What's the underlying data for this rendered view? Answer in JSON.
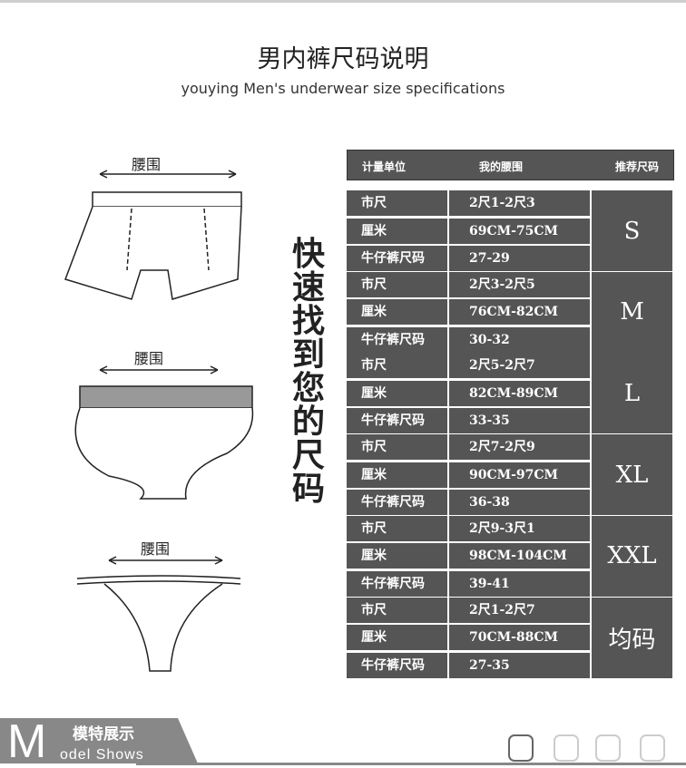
{
  "title": "男内裤尺码说明",
  "subtitle": "youying Men's underwear size specifications",
  "vertical_text": "快速找到您的尺码",
  "waist_label": "腰围",
  "table": {
    "headers": [
      "计量单位",
      "我的腰围",
      "推荐尺码"
    ],
    "groups": [
      {
        "size": "S",
        "rows": [
          [
            "市尺",
            "2尺1-2尺3"
          ],
          [
            "厘米",
            "69CM-75CM"
          ],
          [
            "牛仔裤尺码",
            "27-29"
          ]
        ]
      },
      {
        "size": "M",
        "rows": [
          [
            "市尺",
            "2尺3-2尺5"
          ],
          [
            "厘米",
            "76CM-82CM"
          ],
          [
            "牛仔裤尺码",
            "30-32"
          ]
        ]
      },
      {
        "size": "L",
        "rows": [
          [
            "市尺",
            "2尺5-2尺7"
          ],
          [
            "厘米",
            "82CM-89CM"
          ],
          [
            "牛仔裤尺码",
            "33-35"
          ]
        ]
      },
      {
        "size": "XL",
        "rows": [
          [
            "市尺",
            "2尺7-2尺9"
          ],
          [
            "厘米",
            "90CM-97CM"
          ],
          [
            "牛仔裤尺码",
            "36-38"
          ]
        ]
      },
      {
        "size": "XXL",
        "rows": [
          [
            "市尺",
            "2尺9-3尺1"
          ],
          [
            "厘米",
            "98CM-104CM"
          ],
          [
            "牛仔裤尺码",
            "39-41"
          ]
        ]
      },
      {
        "size": "均码",
        "rows": [
          [
            "市尺",
            "2尺1-2尺7"
          ],
          [
            "厘米",
            "70CM-88CM"
          ],
          [
            "牛仔裤尺码",
            "27-35"
          ]
        ]
      }
    ]
  },
  "banner": {
    "letter": "M",
    "cn": "模特展示",
    "en": "odel Shows"
  }
}
